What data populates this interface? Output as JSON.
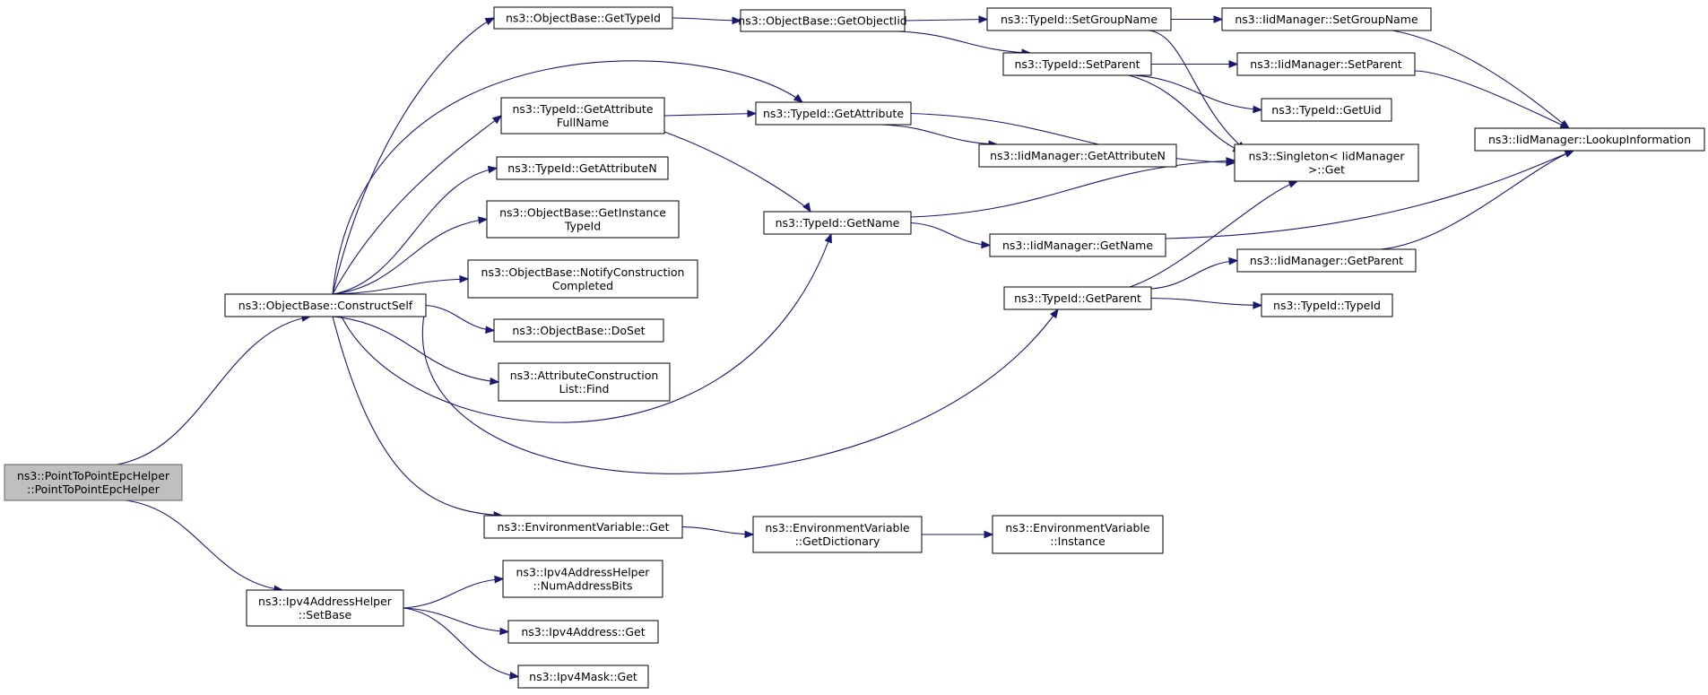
{
  "nodes": {
    "root": [
      "ns3::PointToPointEpcHelper",
      "::PointToPointEpcHelper"
    ],
    "construct_self": [
      "ns3::ObjectBase::ConstructSelf"
    ],
    "ipv4_set_base": [
      "ns3::Ipv4AddressHelper",
      "::SetBase"
    ],
    "get_type_id": [
      "ns3::ObjectBase::GetTypeId"
    ],
    "get_attribute_full_name": [
      "ns3::TypeId::GetAttribute",
      "FullName"
    ],
    "get_attribute_n": [
      "ns3::TypeId::GetAttributeN"
    ],
    "get_instance_type_id": [
      "ns3::ObjectBase::GetInstance",
      "TypeId"
    ],
    "notify_construction": [
      "ns3::ObjectBase::NotifyConstruction",
      "Completed"
    ],
    "do_set": [
      "ns3::ObjectBase::DoSet"
    ],
    "attr_construction_find": [
      "ns3::AttributeConstruction",
      "List::Find"
    ],
    "env_var_get": [
      "ns3::EnvironmentVariable::Get"
    ],
    "num_address_bits": [
      "ns3::Ipv4AddressHelper",
      "::NumAddressBits"
    ],
    "ipv4_address_get": [
      "ns3::Ipv4Address::Get"
    ],
    "ipv4_mask_get": [
      "ns3::Ipv4Mask::Get"
    ],
    "get_object_iid": [
      "ns3::ObjectBase::GetObjectIid"
    ],
    "typeid_get_attribute": [
      "ns3::TypeId::GetAttribute"
    ],
    "typeid_get_name": [
      "ns3::TypeId::GetName"
    ],
    "env_get_dictionary": [
      "ns3::EnvironmentVariable",
      "::GetDictionary"
    ],
    "typeid_set_group_name": [
      "ns3::TypeId::SetGroupName"
    ],
    "typeid_set_parent": [
      "ns3::TypeId::SetParent"
    ],
    "iid_get_attribute_n": [
      "ns3::IidManager::GetAttributeN"
    ],
    "iid_get_name": [
      "ns3::IidManager::GetName"
    ],
    "typeid_get_parent": [
      "ns3::TypeId::GetParent"
    ],
    "env_instance": [
      "ns3::EnvironmentVariable",
      "::Instance"
    ],
    "iid_set_group_name": [
      "ns3::IidManager::SetGroupName"
    ],
    "iid_set_parent": [
      "ns3::IidManager::SetParent"
    ],
    "typeid_get_uid": [
      "ns3::TypeId::GetUid"
    ],
    "singleton_get": [
      "ns3::Singleton< IidManager",
      " >::Get"
    ],
    "iid_get_parent": [
      "ns3::IidManager::GetParent"
    ],
    "typeid_typeid": [
      "ns3::TypeId::TypeId"
    ],
    "iid_lookup_information": [
      "ns3::IidManager::LookupInformation"
    ]
  },
  "edges": [
    [
      "root",
      "construct_self"
    ],
    [
      "root",
      "ipv4_set_base"
    ],
    [
      "construct_self",
      "get_type_id"
    ],
    [
      "construct_self",
      "typeid_get_attribute"
    ],
    [
      "construct_self",
      "get_attribute_full_name"
    ],
    [
      "construct_self",
      "get_attribute_n"
    ],
    [
      "construct_self",
      "get_instance_type_id"
    ],
    [
      "construct_self",
      "notify_construction"
    ],
    [
      "construct_self",
      "do_set"
    ],
    [
      "construct_self",
      "attr_construction_find"
    ],
    [
      "construct_self",
      "typeid_get_name"
    ],
    [
      "construct_self",
      "typeid_get_parent"
    ],
    [
      "construct_self",
      "env_var_get"
    ],
    [
      "ipv4_set_base",
      "num_address_bits"
    ],
    [
      "ipv4_set_base",
      "ipv4_address_get"
    ],
    [
      "ipv4_set_base",
      "ipv4_mask_get"
    ],
    [
      "get_type_id",
      "get_object_iid"
    ],
    [
      "get_attribute_full_name",
      "typeid_get_attribute"
    ],
    [
      "get_attribute_full_name",
      "typeid_get_name"
    ],
    [
      "env_var_get",
      "env_get_dictionary"
    ],
    [
      "get_object_iid",
      "typeid_set_group_name"
    ],
    [
      "get_object_iid",
      "typeid_set_parent"
    ],
    [
      "typeid_get_attribute",
      "iid_get_attribute_n"
    ],
    [
      "typeid_get_attribute",
      "singleton_get"
    ],
    [
      "typeid_get_name",
      "singleton_get"
    ],
    [
      "typeid_get_name",
      "iid_get_name"
    ],
    [
      "env_get_dictionary",
      "env_instance"
    ],
    [
      "typeid_set_group_name",
      "iid_set_group_name"
    ],
    [
      "typeid_set_group_name",
      "singleton_get"
    ],
    [
      "typeid_set_parent",
      "iid_set_parent"
    ],
    [
      "typeid_set_parent",
      "typeid_get_uid"
    ],
    [
      "typeid_set_parent",
      "singleton_get"
    ],
    [
      "iid_get_name",
      "iid_lookup_information"
    ],
    [
      "typeid_get_parent",
      "singleton_get"
    ],
    [
      "typeid_get_parent",
      "iid_get_parent"
    ],
    [
      "typeid_get_parent",
      "typeid_typeid"
    ],
    [
      "iid_set_group_name",
      "iid_lookup_information"
    ],
    [
      "iid_set_parent",
      "iid_lookup_information"
    ],
    [
      "iid_get_parent",
      "iid_lookup_information"
    ]
  ],
  "colors": {
    "edge": "#191970",
    "root_fill": "#bfbfbf",
    "node_fill": "#ffffff",
    "node_border": "#000000"
  }
}
